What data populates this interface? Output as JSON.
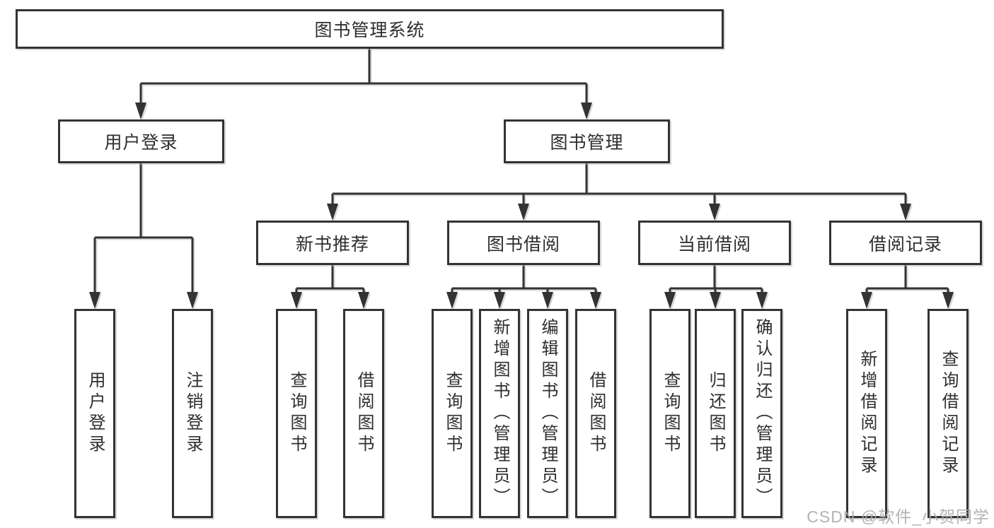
{
  "tree": {
    "root": "图书管理系统",
    "children": [
      {
        "label": "用户登录",
        "children": [
          {
            "label": "用户登录"
          },
          {
            "label": "注销登录"
          }
        ]
      },
      {
        "label": "图书管理",
        "children": [
          {
            "label": "新书推荐",
            "children": [
              {
                "label": "查询图书"
              },
              {
                "label": "借阅图书"
              }
            ]
          },
          {
            "label": "图书借阅",
            "children": [
              {
                "label": "查询图书"
              },
              {
                "label": "新增图书（管理员）"
              },
              {
                "label": "编辑图书（管理员）"
              },
              {
                "label": "借阅图书"
              }
            ]
          },
          {
            "label": "当前借阅",
            "children": [
              {
                "label": "查询图书"
              },
              {
                "label": "归还图书"
              },
              {
                "label": "确认归还（管理员）"
              }
            ]
          },
          {
            "label": "借阅记录",
            "children": [
              {
                "label": "新增借阅记录"
              },
              {
                "label": "查询借阅记录"
              }
            ]
          }
        ]
      }
    ]
  },
  "watermark": {
    "text": "CSDN @软件_小贺同学",
    "color": "#acacac"
  },
  "colors": {
    "line": "#333333",
    "box_border": "#333333",
    "text": "#2e2e2e",
    "box_background": "#ffffff",
    "page_background": "#ffffff"
  }
}
